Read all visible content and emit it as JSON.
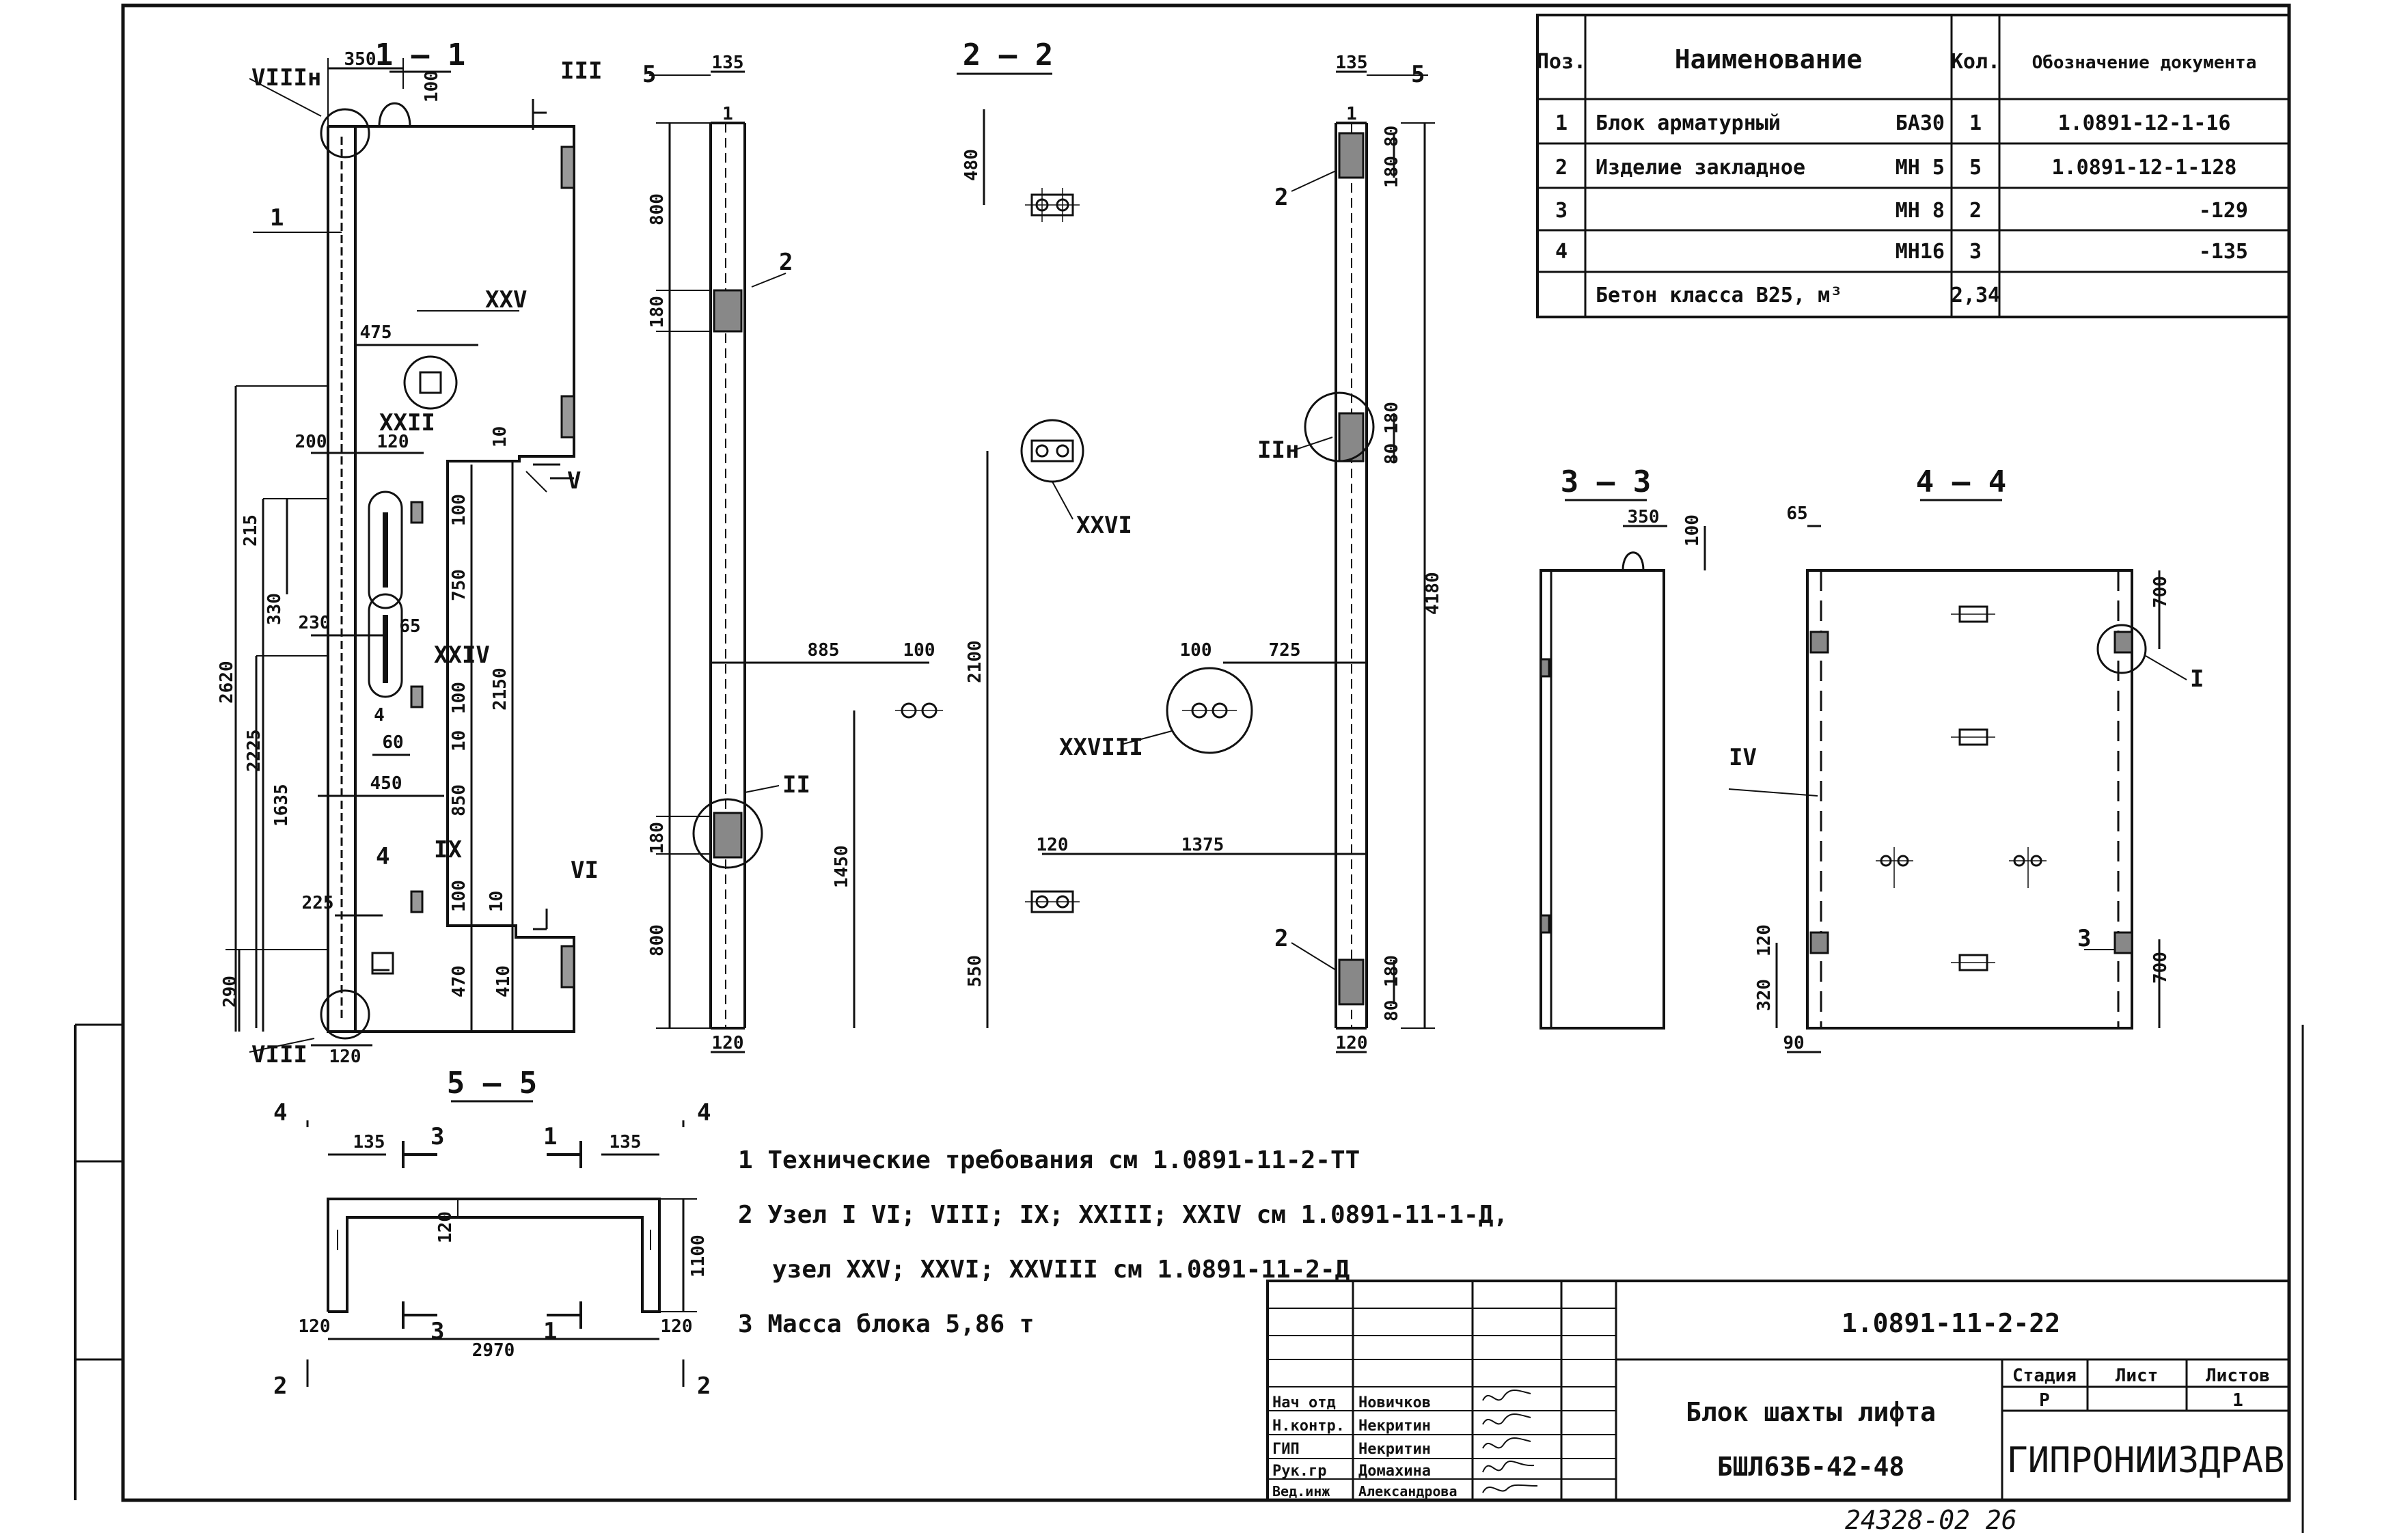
{
  "spec_table": {
    "headers": {
      "pos": "Поз.",
      "name": "Наименование",
      "qty": "Кол.",
      "doc": "Обозначение документа"
    },
    "rows": [
      {
        "pos": "1",
        "name": "Блок арматурный",
        "mark": "БА30",
        "qty": "1",
        "doc": "1.0891-12-1-16"
      },
      {
        "pos": "2",
        "name": "Изделие закладное",
        "mark": "МН 5",
        "qty": "5",
        "doc": "1.0891-12-1-128"
      },
      {
        "pos": "3",
        "name": "",
        "mark": "МН 8",
        "qty": "2",
        "doc": "-129"
      },
      {
        "pos": "4",
        "name": "",
        "mark": "МН16",
        "qty": "3",
        "doc": "-135"
      },
      {
        "pos": "",
        "name": "Бетон класса В25, м³",
        "mark": "",
        "qty": "2,34",
        "doc": ""
      }
    ]
  },
  "sections": {
    "s11": "1 — 1",
    "s22": "2 — 2",
    "s33": "3 — 3",
    "s44": "4 — 4",
    "s55": "5 — 5"
  },
  "dims": {
    "d350": "350",
    "d100": "100",
    "d135": "135",
    "d80": "80",
    "d480": "480",
    "d180": "180",
    "d800": "800",
    "d475": "475",
    "d200": "200",
    "d120": "120",
    "d10": "10",
    "d215": "215",
    "d750": "750",
    "d330": "330",
    "d230": "230",
    "d65": "65",
    "d2150": "2150",
    "d2620": "2620",
    "d2225": "2225",
    "d1635": "1635",
    "d60": "60",
    "d450": "450",
    "d850": "850",
    "d225": "225",
    "d290": "290",
    "d470": "470",
    "d410": "410",
    "d4180": "4180",
    "d2100": "2100",
    "d885": "885",
    "d725": "725",
    "d1450": "1450",
    "d1375": "1375",
    "d550": "550",
    "d700": "700",
    "d320": "320",
    "d90": "90",
    "d2970": "2970",
    "d1100": "1100",
    "d4": "4"
  },
  "marks": {
    "m1": "1",
    "m2": "2",
    "m3": "3",
    "m4": "4",
    "m5": "5",
    "r1": "I",
    "r2": "II",
    "r2n": "IIн",
    "r3": "III",
    "r4": "IV",
    "r5": "V",
    "r6": "VI",
    "r8": "VIII",
    "r8n": "VIIIн",
    "r9": "IX",
    "r22": "XXII",
    "r24": "XXIV",
    "r25": "XXV",
    "r26": "XXVI",
    "r28": "XXVIII"
  },
  "notes": [
    "1 Технические требования см 1.0891-11-2-ТТ",
    "2 Узел I  VI; VIII; IX; XXIII; XXIV см 1.0891-11-1-Д,",
    "узел XXV; XXVI; XXVIII см 1.0891-11-2-Д",
    "3 Масса блока 5,86 т"
  ],
  "title_block": {
    "code": "1.0891-11-2-22",
    "name1": "Блок шахты лифта",
    "name2": "БШЛ63Б-42-48",
    "stage_h": "Стадия",
    "sheet_h": "Лист",
    "sheets_h": "Листов",
    "stage": "Р",
    "sheets": "1",
    "org": "ГИПРОНИИЗДРАВ",
    "staff": [
      {
        "role": "Нач отд",
        "name": "Новичков"
      },
      {
        "role": "Н.контр.",
        "name": "Некритин"
      },
      {
        "role": "ГИП",
        "name": "Некритин"
      },
      {
        "role": "Рук.гр",
        "name": "Домахина"
      },
      {
        "role": "Вед.инж",
        "name": "Александрова"
      }
    ],
    "bottom_code": "24328-02   26"
  },
  "colors": {
    "ink": "#111111",
    "paper": "#ffffff"
  }
}
